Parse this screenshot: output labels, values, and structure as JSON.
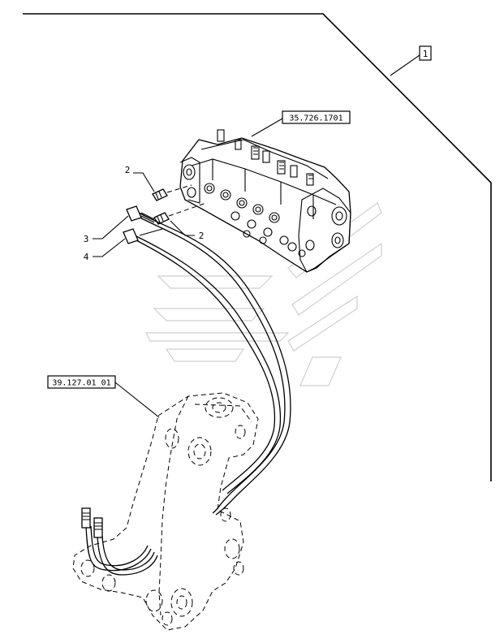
{
  "diagram": {
    "refs": {
      "assembly": "1",
      "valve": "35.726.1701",
      "boom": "39.127.01 01"
    },
    "callouts": {
      "fitting_upper": "2",
      "fitting_lower": "2",
      "hose_upper": "3",
      "hose_lower": "4"
    }
  }
}
